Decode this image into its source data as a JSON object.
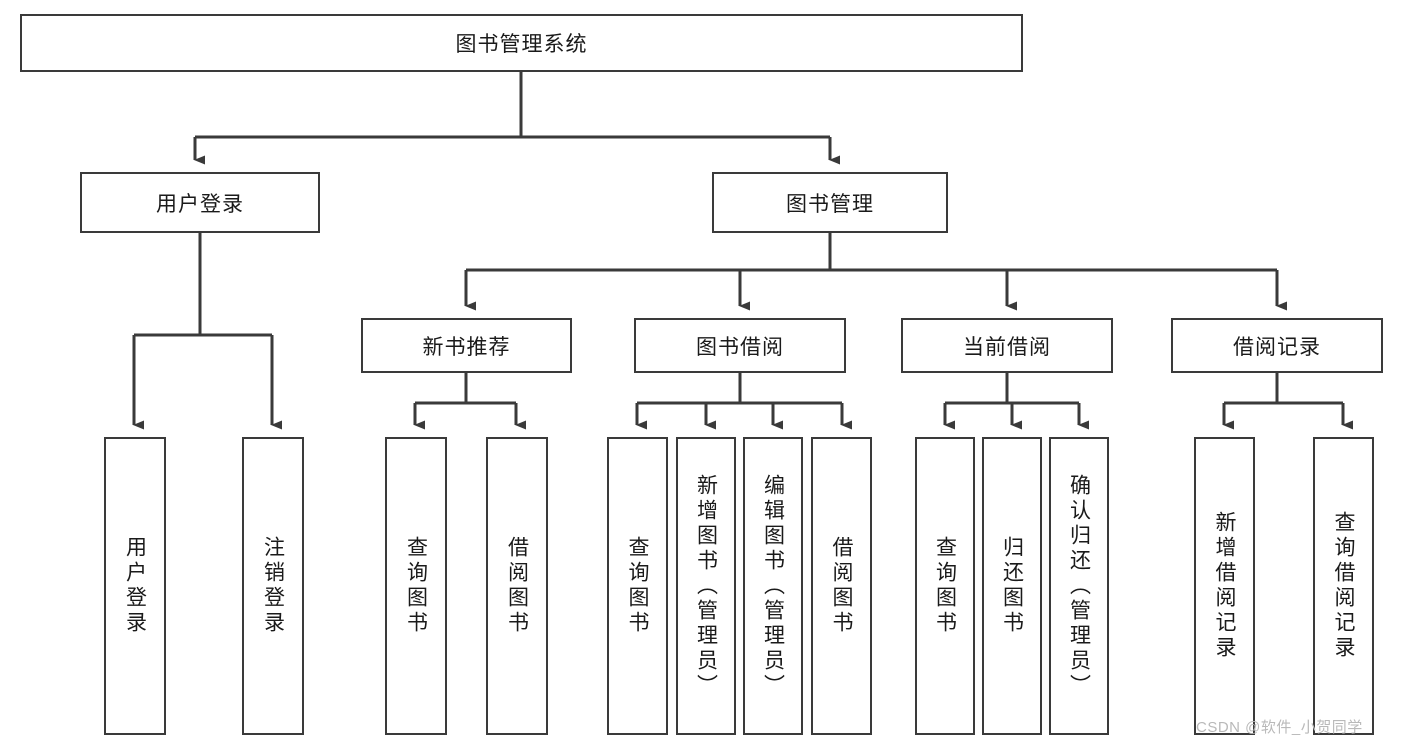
{
  "diagram": {
    "type": "tree-hierarchy",
    "title": "图书管理系统",
    "root": {
      "label": "图书管理系统"
    },
    "level2": [
      {
        "label": "用户登录"
      },
      {
        "label": "图书管理"
      }
    ],
    "level3": [
      {
        "label": "新书推荐"
      },
      {
        "label": "图书借阅"
      },
      {
        "label": "当前借阅"
      },
      {
        "label": "借阅记录"
      }
    ],
    "leaves": {
      "user_login": [
        {
          "label": "用户登录"
        },
        {
          "label": "注销登录"
        }
      ],
      "new_book_recommend": [
        {
          "label": "查询图书"
        },
        {
          "label": "借阅图书"
        }
      ],
      "book_borrow": [
        {
          "label": "查询图书"
        },
        {
          "label": "新增图书（管理员）"
        },
        {
          "label": "编辑图书（管理员）"
        },
        {
          "label": "借阅图书"
        }
      ],
      "current_borrow": [
        {
          "label": "查询图书"
        },
        {
          "label": "归还图书"
        },
        {
          "label": "确认归还（管理员）"
        }
      ],
      "borrow_record": [
        {
          "label": "新增借阅记录"
        },
        {
          "label": "查询借阅记录"
        }
      ]
    }
  },
  "watermark": {
    "text": "CSDN @软件_小贺同学"
  },
  "colors": {
    "stroke": "#3a3a3a",
    "box_fill": "#ffffff",
    "text": "#1a1a1a",
    "watermark": "#b9b9b9"
  }
}
